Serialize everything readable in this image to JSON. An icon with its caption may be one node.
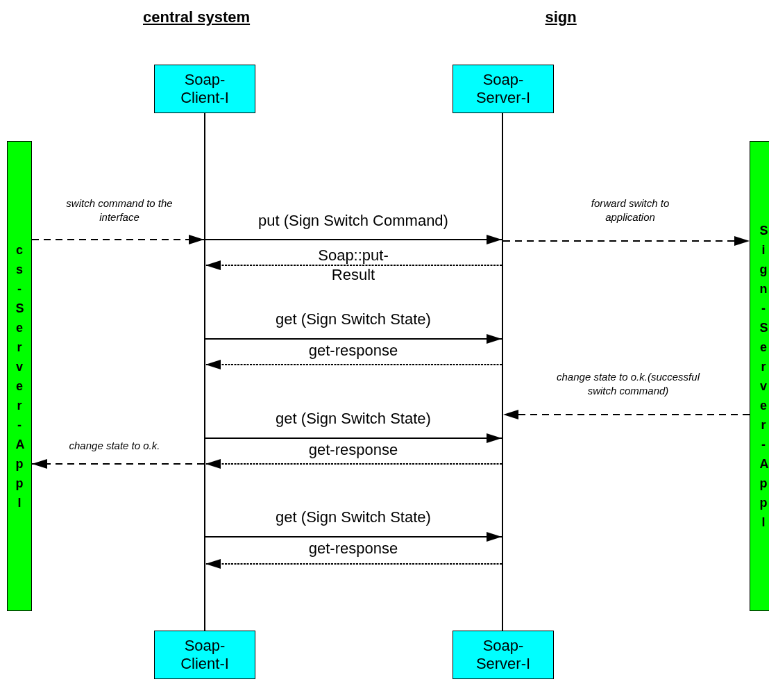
{
  "diagram": {
    "nodes": [
      {
        "text": [
          "Soap- Client-I"
        ]
      },
      {
        "text": [
          "Soap- Server-I"
        ]
      },
      {
        "text": [
          "cs-Server-Appl"
        ]
      },
      {
        "text": [],
        "shape": "line"
      },
      {
        "text": [],
        "shape": "line"
      },
      {
        "text": [
          "Sign-Server-Appl"
        ]
      },
      {
        "text": [
          "Soap- Client-I"
        ]
      },
      {
        "text": [
          "Soap- Server-I"
        ]
      }
    ],
    "edges": [
      {
        "from": 2,
        "to": 3,
        "arrow": "to",
        "style": "dashed",
        "label": "switch command to the interface"
      },
      {
        "from": 3,
        "to": 4,
        "arrow": "to",
        "label": "put (Sign Switch Command)"
      },
      {
        "from": 4,
        "to": 5,
        "arrow": "to",
        "style": "dashed",
        "label": "forward switch to application"
      },
      {
        "from": 4,
        "to": 3,
        "arrow": "to",
        "style": "dashed",
        "label": "Soap::put- Result"
      },
      {
        "from": 3,
        "to": 4,
        "arrow": "to",
        "label": "get (Sign Switch State)"
      },
      {
        "from": 4,
        "to": 3,
        "arrow": "to",
        "style": "dashed",
        "label": "get-response"
      },
      {
        "from": 5,
        "to": 4,
        "arrow": "to",
        "style": "dashed",
        "label": "change state to o.k.(successful switch command)"
      },
      {
        "from": 3,
        "to": 4,
        "arrow": "to",
        "label": "get (Sign Switch State)"
      },
      {
        "from": 4,
        "to": 3,
        "arrow": "to",
        "style": "dashed",
        "label": "get-response"
      },
      {
        "from": 3,
        "to": 2,
        "arrow": "to",
        "style": "dashed",
        "label": "change state to o.k."
      },
      {
        "from": 3,
        "to": 4,
        "arrow": "to",
        "label": "get (Sign Switch State)"
      },
      {
        "from": 4,
        "to": 3,
        "arrow": "to",
        "style": "dashed",
        "label": "get-response"
      }
    ],
    "labels": [
      "central system",
      "sign"
    ]
  }
}
